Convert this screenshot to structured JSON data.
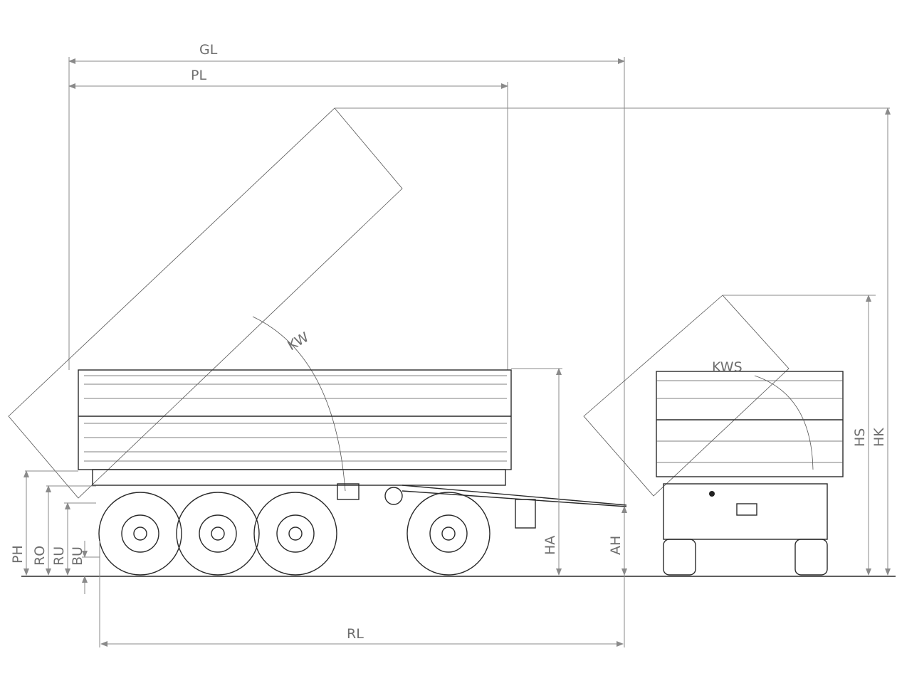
{
  "labels": {
    "gl": "GL",
    "pl": "PL",
    "kw": "KW",
    "kws": "KWS",
    "hs": "HS",
    "hk": "HK",
    "ha": "HA",
    "ah": "AH",
    "ph": "PH",
    "ro": "RO",
    "ru": "RU",
    "bu": "BU",
    "rl": "RL"
  }
}
